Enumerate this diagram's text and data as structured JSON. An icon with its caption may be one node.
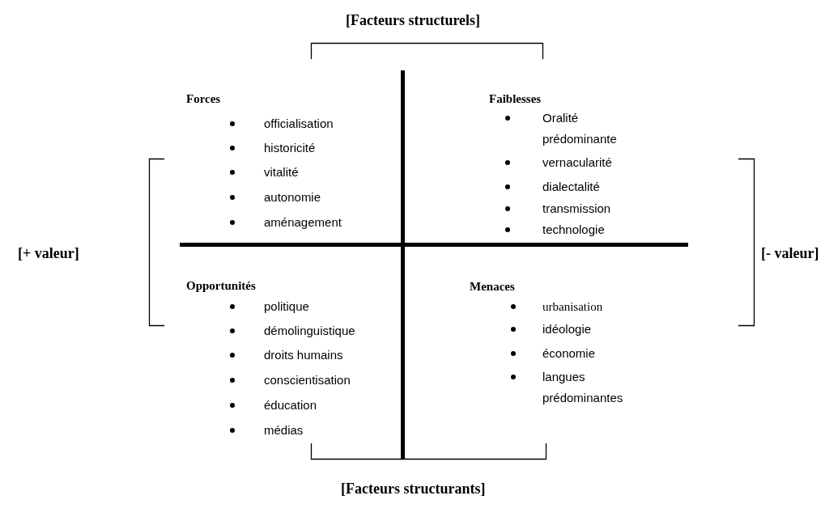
{
  "diagram": {
    "labels": [
      "[Facteurs structurels]",
      "Forces",
      "officialisation",
      "historicité",
      "vitalité",
      "autonomie",
      "aménagement",
      "Faiblesses",
      "Oralité prédominante",
      "vernacularité",
      "dialectalité",
      "transmission",
      "technologie",
      "[+ valeur]",
      "[- valeur]",
      "Opportunités",
      "politique",
      "démolinguistique",
      "droits humains",
      "conscientisation",
      "éducation",
      "médias",
      "Menaces",
      "urbanisation",
      "idéologie",
      "économie",
      "langues prédominantes",
      "[Facteurs structurants]"
    ]
  }
}
